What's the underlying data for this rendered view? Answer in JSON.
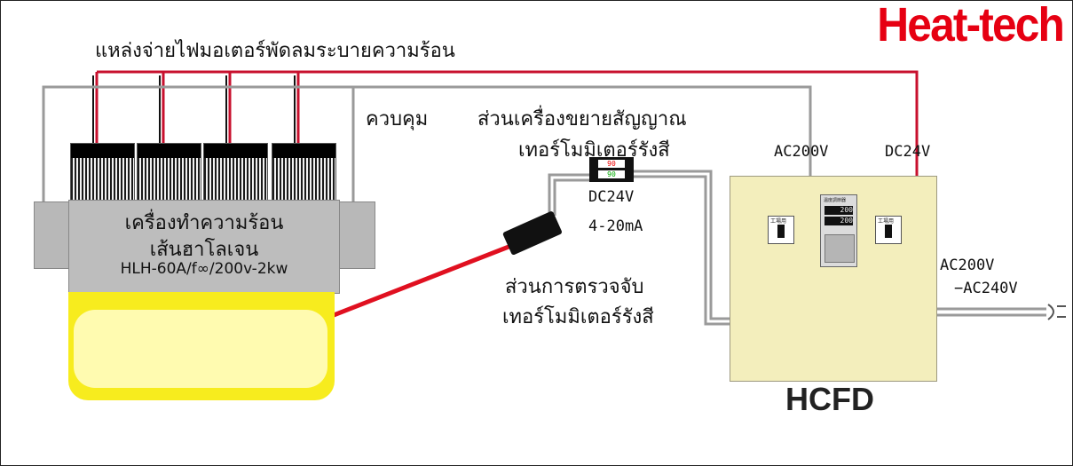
{
  "brand": "Heat-tech",
  "labels": {
    "fan_power": "แหล่งจ่ายไฟมอเตอร์พัดลมระบายความร้อน",
    "control": "ควบคุม",
    "amplifier_line1": "ส่วนเครื่องขยายสัญญาณ",
    "amplifier_line2": "เทอร์โมมิเตอร์รังสี",
    "amp_spec_1": "DC24V",
    "amp_spec_2": "4-20mA",
    "sensor_line1": "ส่วนการตรวจจับ",
    "sensor_line2": "เทอร์โมมิเตอร์รังสี",
    "ac200v_top": "AC200V",
    "dc24v_top": "DC24V",
    "ac_in_1": "AC200V",
    "ac_in_2": "−AC240V"
  },
  "heater": {
    "line1": "เครื่องทำความร้อน",
    "line2": "เส้นฮาโลเจน",
    "model": "HLH-60A/f∞/200v-2kw"
  },
  "amplifier_display": {
    "top": "90",
    "bottom": "90"
  },
  "controller": {
    "name": "HCFD",
    "panel_title": "温度調節器",
    "display_top": "200",
    "display_bottom": "200",
    "socket_tag": "工場用"
  },
  "colors": {
    "brand": "#e60012",
    "power_wire": "#c8102e",
    "signal_wire": "#999999",
    "laser": "#e01020",
    "work_area": "#f7ec1e",
    "controller_box": "#f3eebc"
  }
}
